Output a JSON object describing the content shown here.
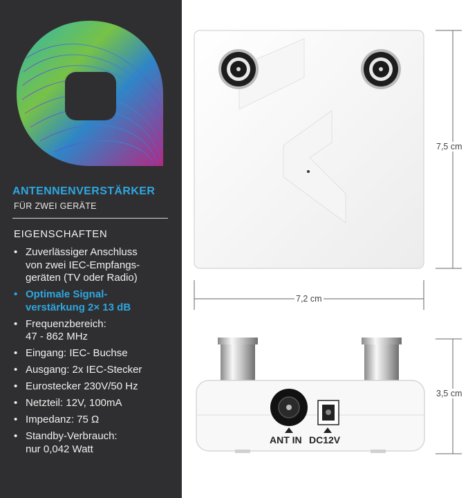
{
  "panel": {
    "title": "ANTENNENVERSTÄRKER",
    "subtitle": "FÜR ZWEI GERÄTE",
    "features_heading": "EIGENSCHAFTEN",
    "features": [
      {
        "text": "Zuverlässiger Anschluss\nvon zwei IEC-Empfangs-\ngeräten (TV oder Radio)",
        "highlight": false
      },
      {
        "text": "Optimale Signal-\nverstärkung  2× 13 dB",
        "highlight": true
      },
      {
        "text": "Frequenzbereich:\n47 - 862 MHz",
        "highlight": false
      },
      {
        "text": "Eingang: IEC- Buchse",
        "highlight": false
      },
      {
        "text": "Ausgang: 2x IEC-Stecker",
        "highlight": false
      },
      {
        "text": "Eurostecker 230V/50 Hz",
        "highlight": false
      },
      {
        "text": "Netzteil: 12V, 100mA",
        "highlight": false
      },
      {
        "text": "Impedanz: 75 Ω",
        "highlight": false
      },
      {
        "text": "Standby-Verbrauch:\nnur 0,042 Watt",
        "highlight": false
      }
    ],
    "bullet": "•",
    "accent_color": "#2ea7e0",
    "background_color": "#2f2f31"
  },
  "dimensions": {
    "height_top": "7,5 cm",
    "width_top": "7,2 cm",
    "height_side": "3,5 cm"
  },
  "ports": {
    "ant_in": "ANT IN",
    "dc": "DC12V"
  },
  "icons": {
    "logo": "gradient-wave-logo-icon",
    "arrow_up": "▲"
  }
}
